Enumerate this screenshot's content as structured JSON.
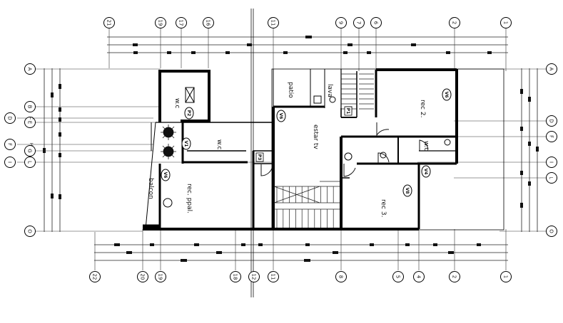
{
  "grid": {
    "top_bubbles": [
      "21",
      "19",
      "17",
      "16",
      "11",
      "9",
      "7",
      "6",
      "2",
      "1"
    ],
    "bottom_bubbles": [
      "22",
      "20",
      "19",
      "18",
      "12",
      "11",
      "8",
      "5",
      "4",
      "2",
      "1"
    ],
    "left_bubbles": [
      "A",
      "B",
      "D",
      "E",
      "F",
      "G",
      "I",
      "L",
      "O"
    ],
    "left_sub_labels": [
      "C",
      "H"
    ],
    "right_bubbles": [
      "A",
      "D",
      "F",
      "I",
      "O"
    ],
    "right_sub_labels": [
      "L"
    ]
  },
  "rooms": {
    "wc_top": "w.c",
    "patio": "patio",
    "lava": "lava",
    "rec_2": "rec 2.",
    "estar": "estar tv",
    "wc_mid": "w.c",
    "wc_right": "w.c",
    "balcon": "balcon",
    "rec_ppal": "rec. ppal.",
    "rec_3": "rec 3."
  },
  "tags": {
    "v6_rec2": "V6",
    "v6_estar": "V6",
    "v1": "V1",
    "v6_rec_ppal": "V6",
    "v8": "V8",
    "v4": "V4",
    "p2": "P2",
    "p1": "P1",
    "p3": "P3"
  },
  "section_marks": [
    "/",
    "/"
  ]
}
